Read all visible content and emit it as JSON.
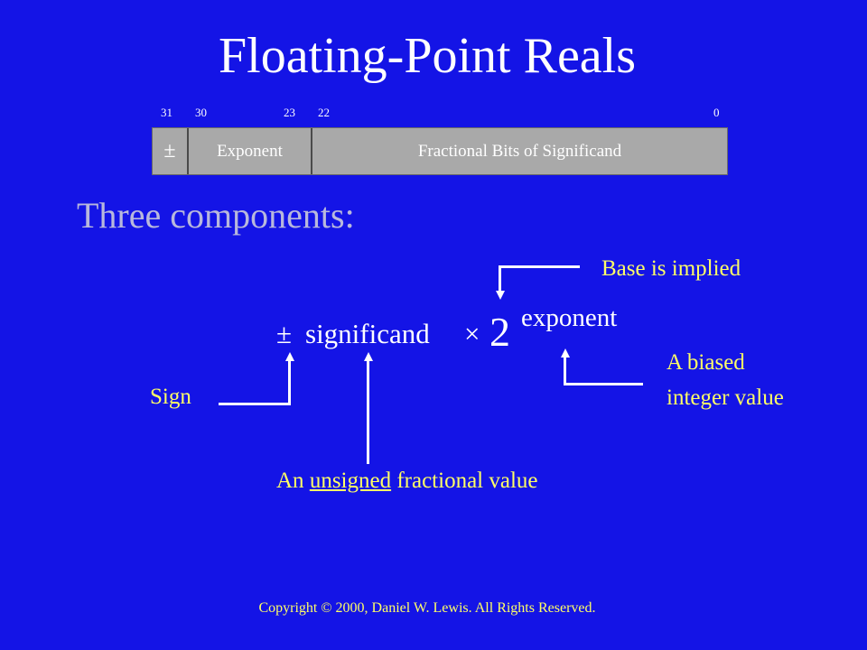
{
  "title": "Floating-Point Reals",
  "bit_layout": {
    "bit_numbers": [
      "31",
      "30",
      "23",
      "22",
      "0"
    ],
    "fields": [
      "±",
      "Exponent",
      "Fractional Bits of Significand"
    ]
  },
  "heading": "Three components:",
  "formula": {
    "sign": "±",
    "significand": "significand",
    "times": "×",
    "base": "2",
    "exponent": "exponent"
  },
  "annotations": {
    "base": "Base is implied",
    "exponent_line1": "A biased",
    "exponent_line2": "integer value",
    "sign": "Sign",
    "significand_prefix": "An",
    "significand_underlined": "unsigned",
    "significand_suffix": "fractional value"
  },
  "footer": "Copyright © 2000, Daniel W. Lewis.  All Rights Reserved.",
  "colors": {
    "background": "#1414e6",
    "annotation": "#ffff66",
    "heading": "#b8b8dc",
    "field_box": "#a9a9a9"
  }
}
